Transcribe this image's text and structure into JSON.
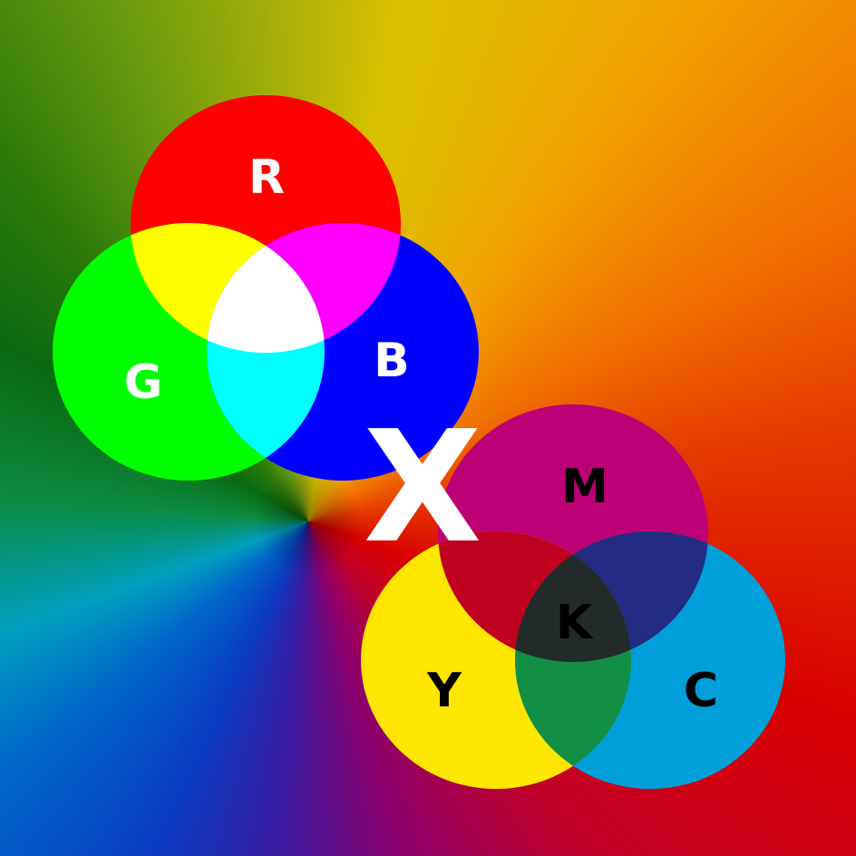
{
  "colors": {
    "red": "#ff0000",
    "green": "#00ff00",
    "blue": "#0000ff",
    "yellow_rg": "#ffff00",
    "magenta_rb": "#ff00ff",
    "cyan_gb": "#00ffff",
    "white_rgb": "#ffffff",
    "magenta": "#bd0075",
    "yellow": "#ffe600",
    "cyan": "#009fda",
    "my": "#c0001f",
    "mc": "#232c82",
    "yc": "#128f44",
    "k": "#232a2a"
  },
  "rgb": {
    "r_label": "R",
    "g_label": "G",
    "b_label": "B"
  },
  "separator": {
    "label": "X"
  },
  "cmyk": {
    "m_label": "M",
    "y_label": "Y",
    "c_label": "C",
    "k_label": "K"
  }
}
